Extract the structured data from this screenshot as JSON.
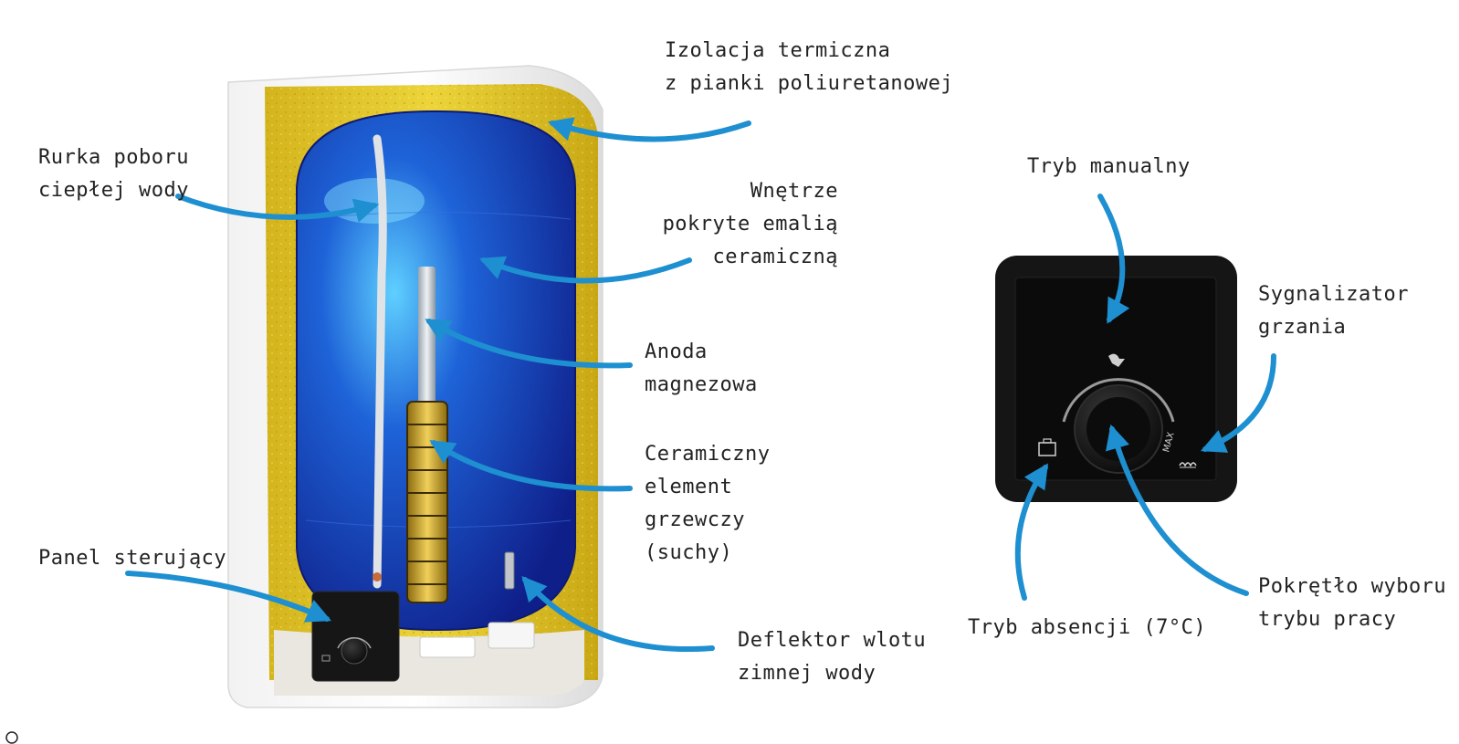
{
  "labels": {
    "izolacja": [
      "Izolacja termiczna",
      "z pianki poliuretanowej"
    ],
    "rurka": [
      "Rurka poboru",
      "ciepłej wody"
    ],
    "wnetrze": [
      "Wnętrze",
      "pokryte emalią",
      "ceramiczną"
    ],
    "anoda": [
      "Anoda",
      "magnezowa"
    ],
    "ceramiczny": [
      "Ceramiczny",
      "element",
      "grzewczy",
      "(suchy)"
    ],
    "panel": [
      "Panel sterujący"
    ],
    "deflektor": [
      "Deflektor wlotu",
      "zimnej wody"
    ],
    "tryb_manualny": [
      "Tryb manualny"
    ],
    "sygnalizator": [
      "Sygnalizator",
      "grzania"
    ],
    "tryb_absencji": [
      "Tryb absencji (7°C)"
    ],
    "pokretlo": [
      "Pokrętło wyboru",
      "trybu pracy"
    ]
  },
  "panel_text": {
    "max": "MAX"
  },
  "colors": {
    "arrow": "#1e8fd0",
    "insulation": "#e2c72a",
    "tank_blue": "#1f3fb8",
    "panel_black": "#151515"
  }
}
